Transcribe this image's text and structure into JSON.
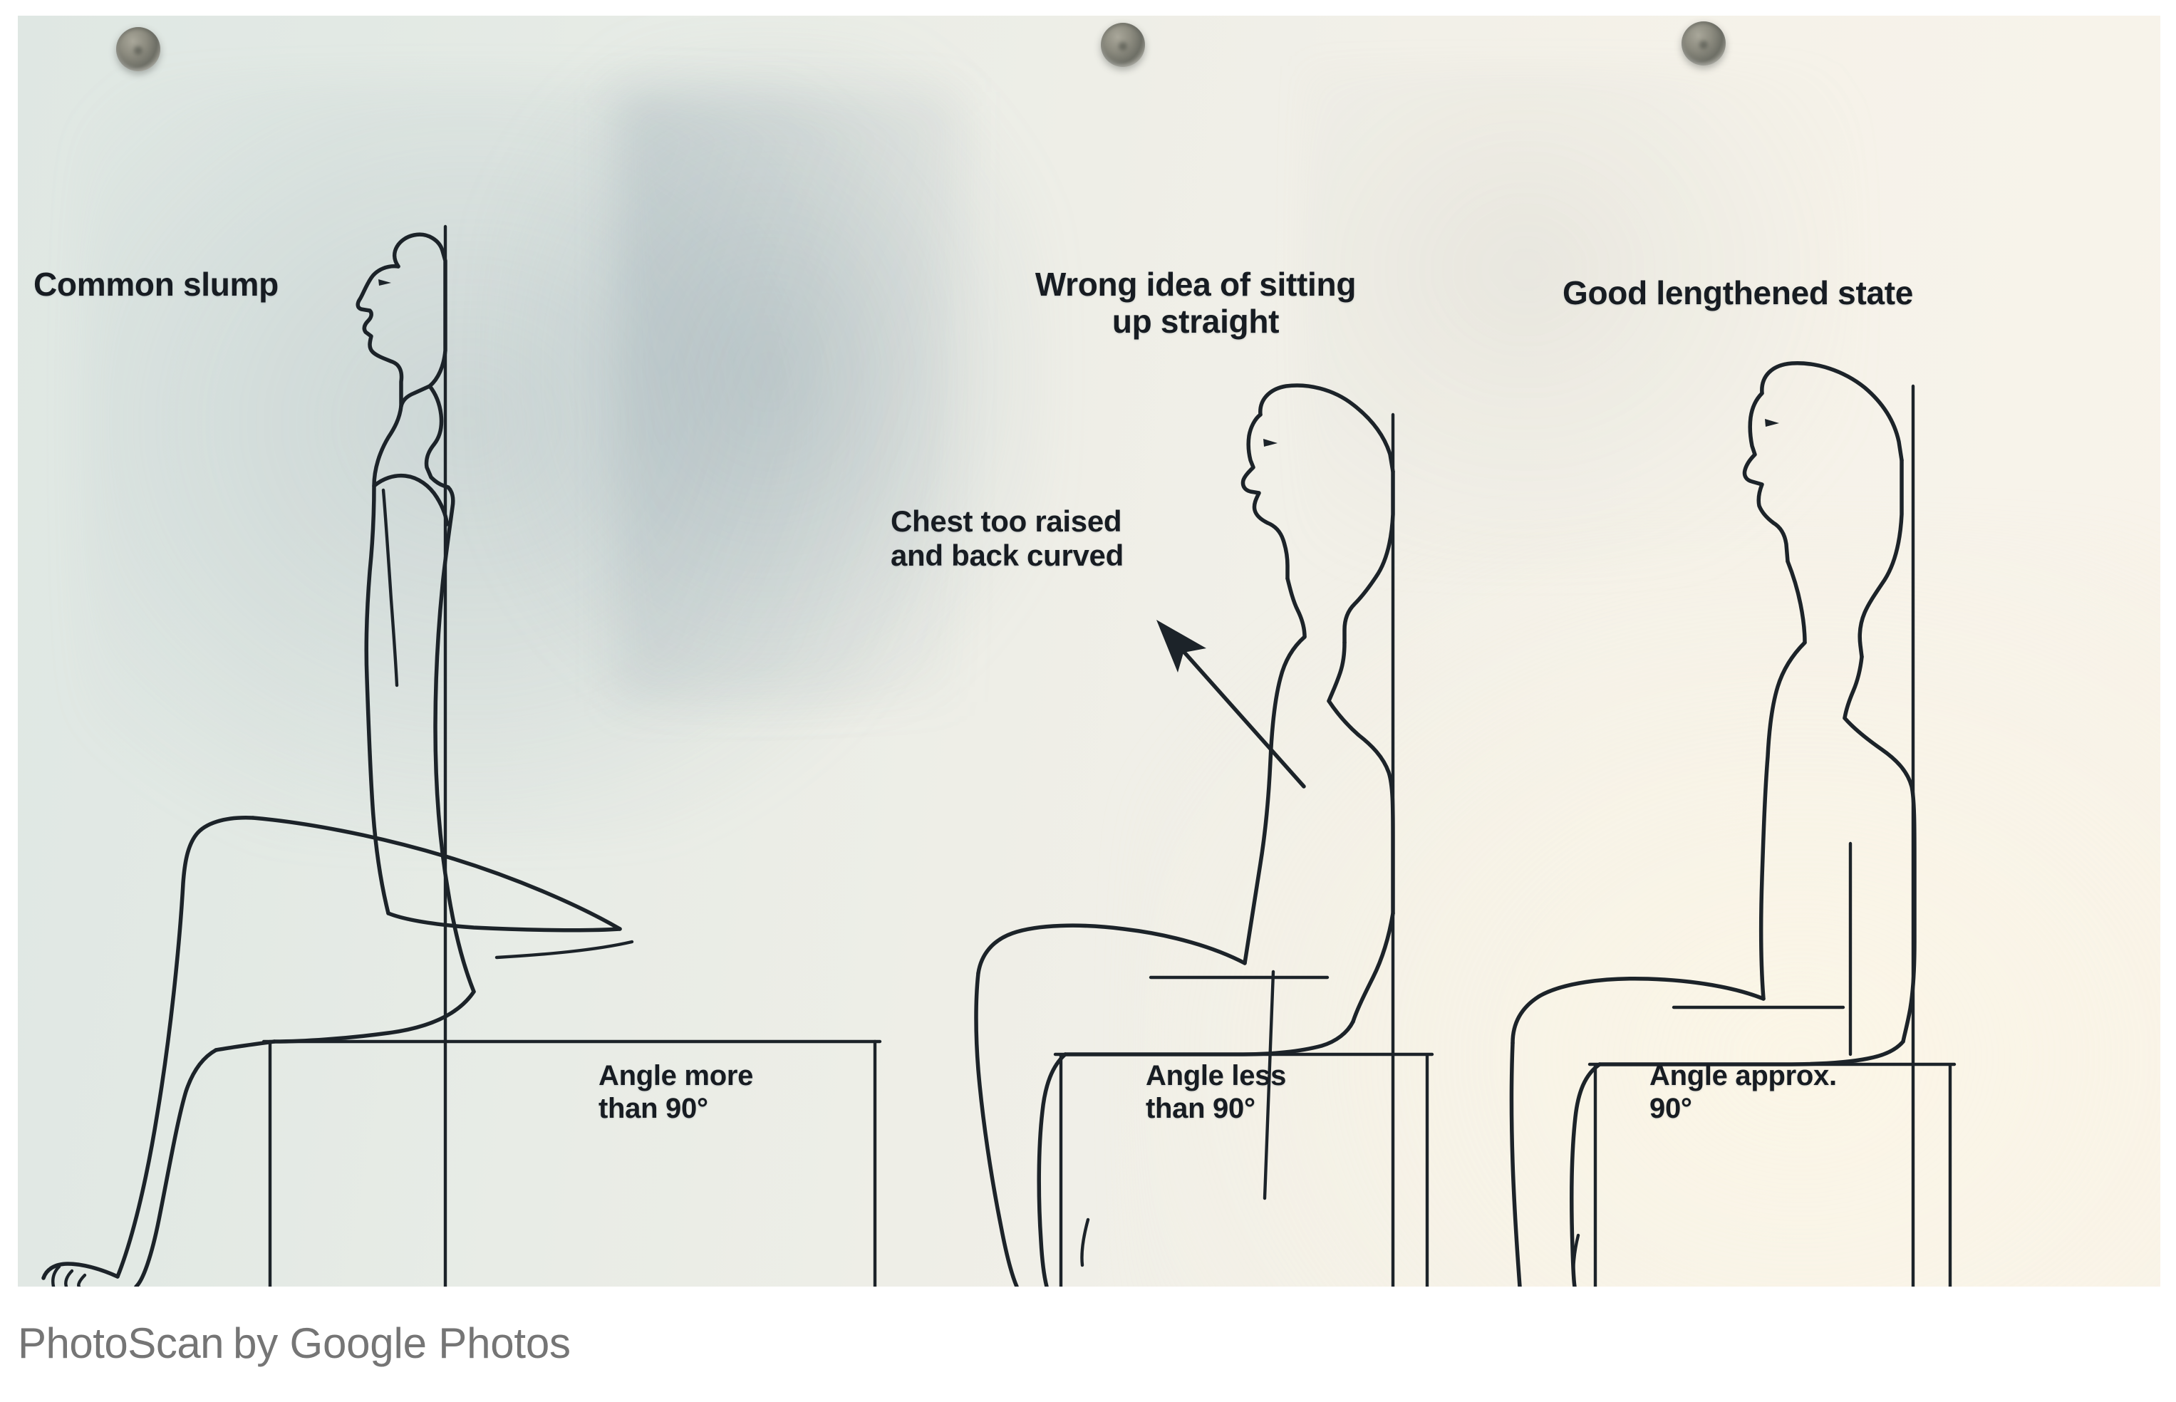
{
  "photo": {
    "watermark": {
      "brand": "PhotoScan",
      "attribution": "by Google Photos"
    },
    "paper_color": "#eeeee7",
    "ink_color": "#1c2329"
  },
  "poster": {
    "panels": [
      {
        "id": "common-slump",
        "heading": "Common slump",
        "angle_label": "Angle more\nthan 90°",
        "angle_value": "more than 90°"
      },
      {
        "id": "wrong-idea",
        "heading": "Wrong idea of sitting\nup straight",
        "angle_label": "Angle less\nthan 90°",
        "angle_value": "less than 90°",
        "callout": "Chest too raised\nand back curved"
      },
      {
        "id": "good-lengthened",
        "heading": "Good lengthened state",
        "angle_label": "Angle approx.\n90°",
        "angle_value": "approx. 90°"
      }
    ]
  },
  "hardware": {
    "screw_count": 3,
    "screw_label": "mounting-screw"
  }
}
